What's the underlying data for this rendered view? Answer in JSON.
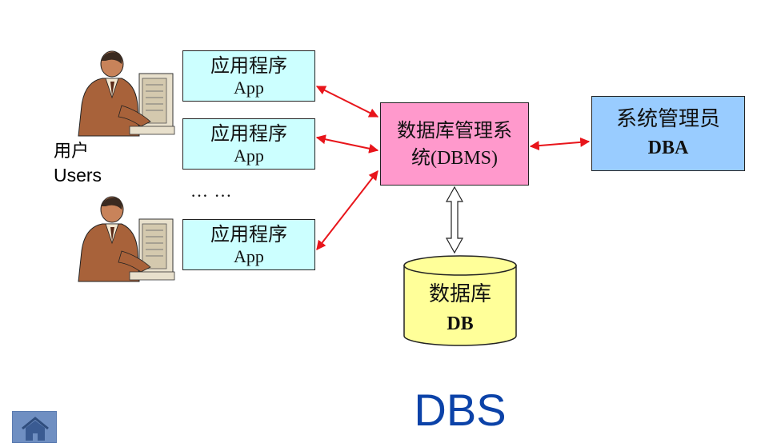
{
  "apps": [
    {
      "zh": "应用程序",
      "en": "App"
    },
    {
      "zh": "应用程序",
      "en": "App"
    },
    {
      "zh": "应用程序",
      "en": "App"
    }
  ],
  "users": {
    "zh": "用户",
    "en": "Users"
  },
  "ellipsis": "… …",
  "dbms": {
    "zh": "数据库管理系",
    "zh2": "统",
    "en": "(DBMS)"
  },
  "dba": {
    "zh": "系统管理员",
    "en": "DBA"
  },
  "db": {
    "zh": "数据库",
    "en": "DB"
  },
  "title": "DBS",
  "icons": {
    "user": "user-at-computer-icon",
    "home": "home-icon"
  },
  "colors": {
    "app_fill": "#ccffff",
    "dbms_fill": "#ff99cc",
    "dba_fill": "#99ccff",
    "db_fill": "#ffff99",
    "arrow": "#e8151b",
    "title": "#0b42a8"
  }
}
